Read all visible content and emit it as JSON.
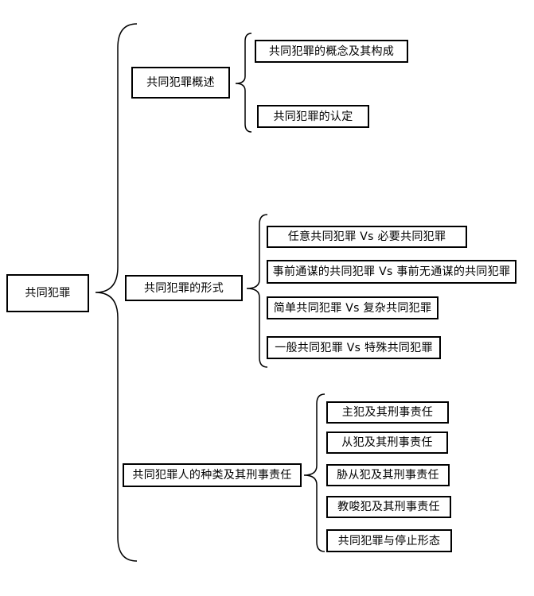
{
  "root": {
    "label": "共同犯罪"
  },
  "branches": [
    {
      "label": "共同犯罪概述",
      "children": [
        "共同犯罪的概念及其构成",
        "共同犯罪的认定"
      ]
    },
    {
      "label": "共同犯罪的形式",
      "children": [
        "任意共同犯罪 Vs 必要共同犯罪",
        "事前通谋的共同犯罪 Vs 事前无通谋的共同犯罪",
        "简单共同犯罪 Vs 复杂共同犯罪",
        "一般共同犯罪 Vs 特殊共同犯罪"
      ]
    },
    {
      "label": "共同犯罪人的种类及其刑事责任",
      "children": [
        "主犯及其刑事责任",
        "从犯及其刑事责任",
        "胁从犯及其刑事责任",
        "教唆犯及其刑事责任",
        "共同犯罪与停止形态"
      ]
    }
  ],
  "colors": {
    "line": "#000000",
    "box_border": "#000000",
    "background": "#ffffff"
  }
}
